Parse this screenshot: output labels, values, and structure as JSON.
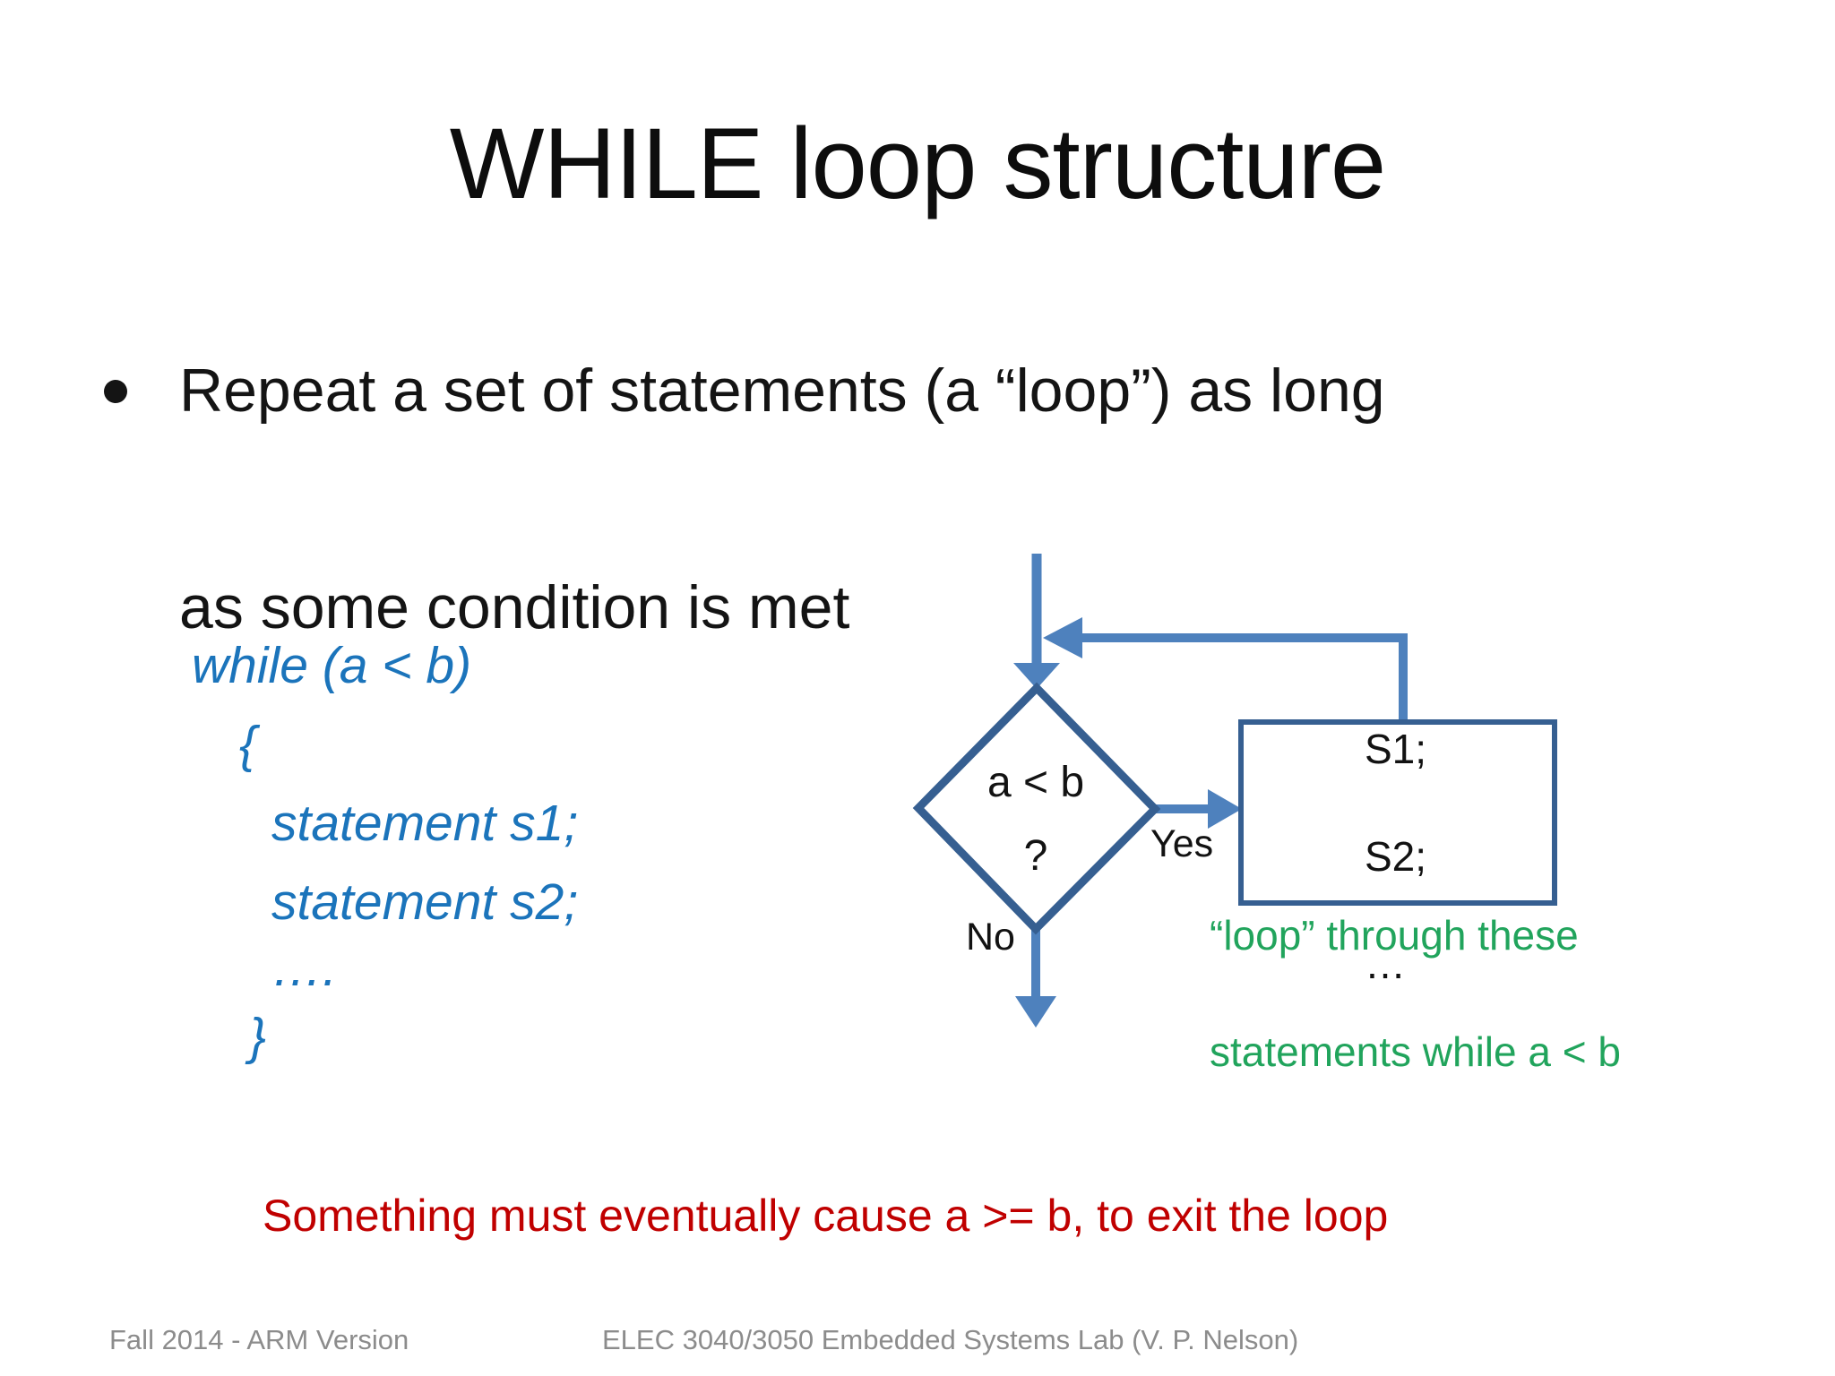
{
  "slide": {
    "title": "WHILE loop structure",
    "bullet": {
      "line1": "Repeat a set of statements (a “loop”) as long",
      "line2": "as some condition is met"
    },
    "code": {
      "lines": [
        "while (a < b)",
        "{",
        "statement s1;",
        "statement s2;",
        "….",
        "}"
      ]
    },
    "flowchart": {
      "condition": "a < b",
      "question_mark": "?",
      "yes_label": "Yes",
      "no_label": "No",
      "box_lines": [
        "S1;",
        "S2;",
        "…"
      ]
    },
    "green_note": {
      "line1": "“loop” through these",
      "line2": "statements while a < b"
    },
    "red_warning": "Something must eventually cause a >= b, to exit the loop",
    "footer": {
      "left": "Fall 2014 - ARM Version",
      "center": "ELEC 3040/3050 Embedded Systems Lab (V. P. Nelson)"
    }
  },
  "colors": {
    "code_blue": "#1B74BB",
    "flow_line_blue": "#4E81BD",
    "flow_border_blue": "#365F91",
    "green": "#21A45C",
    "red": "#C00000",
    "footer_gray": "#8C8C8C"
  }
}
